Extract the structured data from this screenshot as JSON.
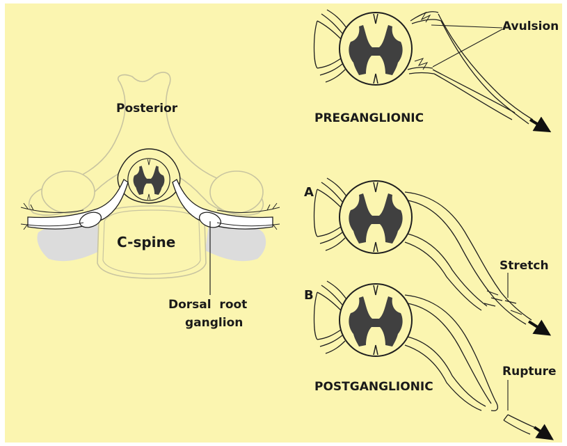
{
  "colors": {
    "background": "#fbf5b0",
    "grey_matter": "#404040",
    "outline": "#1f1f1f",
    "bone": "#dcdcdc",
    "bone_outline": "#c0bcb0"
  },
  "labels": {
    "posterior": "Posterior",
    "c_spine": "C-spine",
    "dorsal_root_line1": "Dorsal  root",
    "dorsal_root_line2": "ganglion",
    "preganglionic": "PREGANGLIONIC",
    "postganglionic": "POSTGANGLIONIC",
    "avulsion": "Avulsion",
    "stretch": "Stretch",
    "rupture": "Rupture",
    "panel_a": "A",
    "panel_b": "B"
  },
  "icons": {
    "arrow": "arrow-right-down-icon"
  }
}
